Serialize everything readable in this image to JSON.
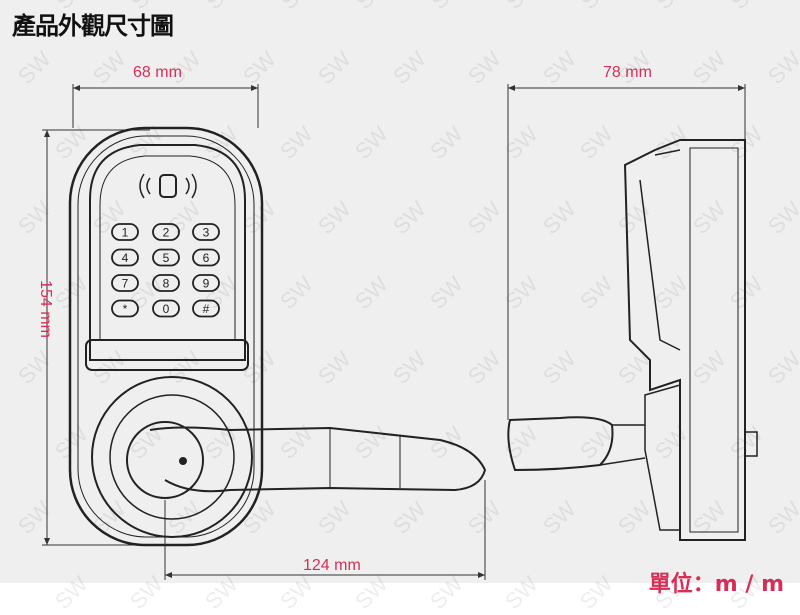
{
  "title": "產品外觀尺寸圖",
  "dimensions": {
    "front_width": "68 mm",
    "side_depth": "78 mm",
    "height": "154 mm",
    "handle_length": "124 mm"
  },
  "unit_label": "單位：m / m",
  "keypad_keys": [
    "1",
    "2",
    "3",
    "4",
    "5",
    "6",
    "7",
    "8",
    "9",
    "*",
    "0",
    "#"
  ],
  "watermark": "SW",
  "colors": {
    "dimension_text": "#d62f57",
    "background": "#efefef"
  }
}
